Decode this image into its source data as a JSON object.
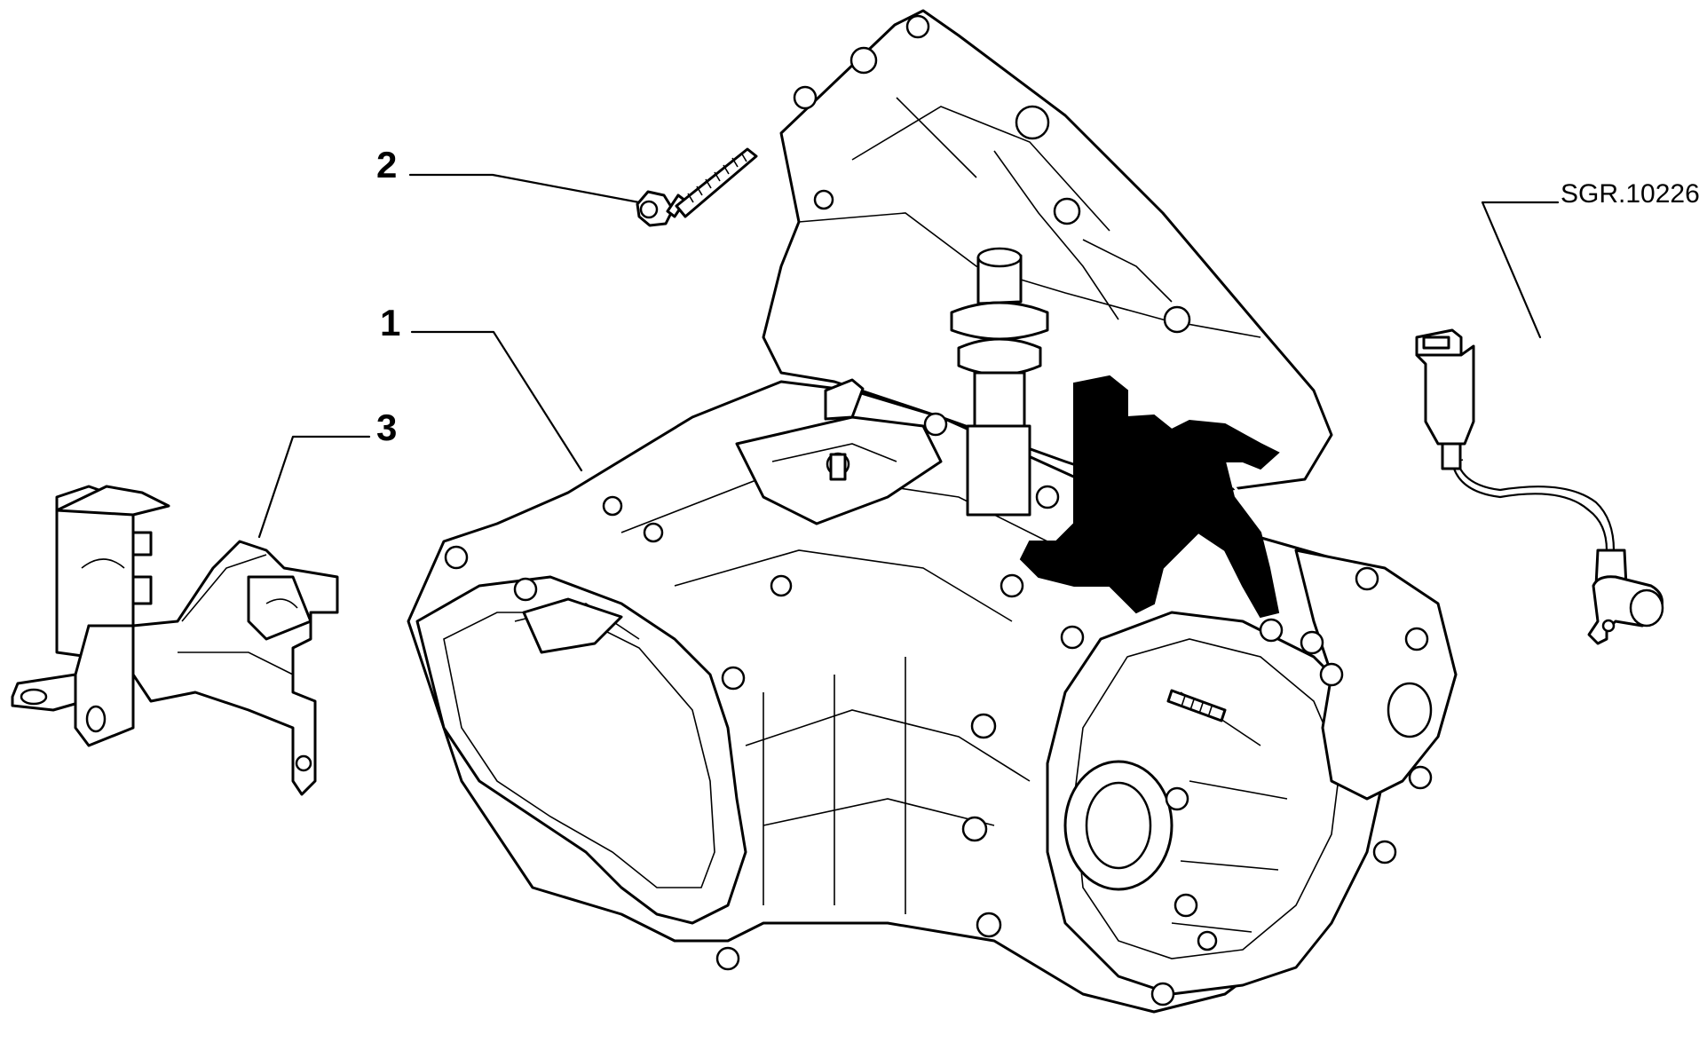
{
  "callouts": [
    {
      "id": "1",
      "label": "1"
    },
    {
      "id": "2",
      "label": "2"
    },
    {
      "id": "3",
      "label": "3"
    }
  ],
  "reference": "SGR.10226",
  "colors": {
    "line": "#000000",
    "background": "#ffffff",
    "highlight": "#000000"
  }
}
